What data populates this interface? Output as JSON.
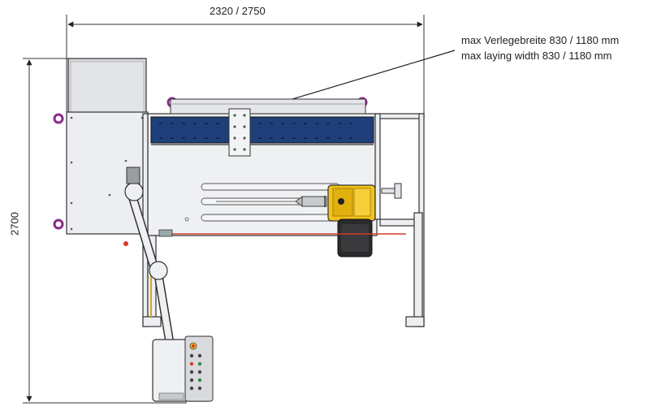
{
  "dimensions": {
    "width_label": "2320 / 2750",
    "height_label": "2700"
  },
  "annotation": {
    "line1": "max Verlegebreite 830 / 1180 mm",
    "line2": "max laying width 830 / 1180 mm"
  },
  "colors": {
    "frame": "#e8e9ec",
    "belt": "#1e3f7a",
    "motor": "#f2c21a",
    "housing": "#8a8c90",
    "outline": "#333333",
    "cable": "#d23a2a",
    "lifting_eye": "#8a2a8a"
  }
}
